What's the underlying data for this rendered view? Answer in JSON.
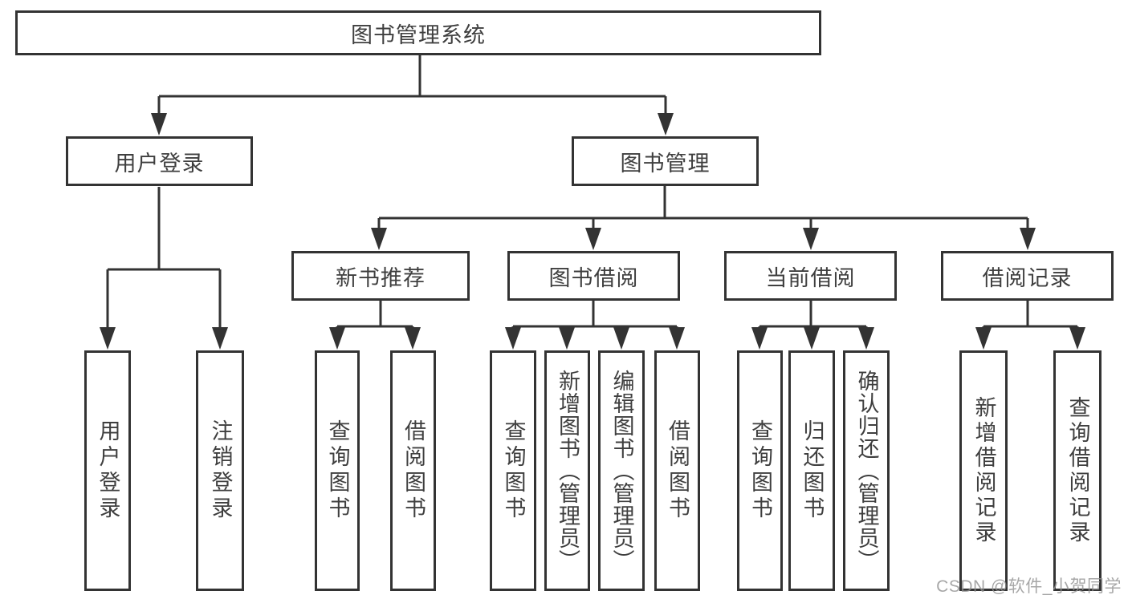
{
  "diagram_title": "图书管理系统",
  "watermark": "CSDN @软件_小贺同学",
  "colors": {
    "line": "#333333",
    "text": "#3f3f3f",
    "background": "#ffffff",
    "watermark": "#919191"
  },
  "nodes": {
    "root": {
      "label": "图书管理系统"
    },
    "user_login": {
      "label": "用户登录"
    },
    "book_mgmt": {
      "label": "图书管理"
    },
    "new_book": {
      "label": "新书推荐"
    },
    "book_borrow": {
      "label": "图书借阅"
    },
    "current_borrow": {
      "label": "当前借阅"
    },
    "borrow_record": {
      "label": "借阅记录"
    },
    "leaf_user_login": {
      "label": "用户登录"
    },
    "leaf_logout": {
      "label": "注销登录"
    },
    "new_book_query": {
      "label": "查询图书"
    },
    "new_book_borrow": {
      "label": "借阅图书"
    },
    "borrow_query": {
      "label": "查询图书"
    },
    "borrow_add": {
      "label": "新增图书（管理员）"
    },
    "borrow_edit": {
      "label": "编辑图书（管理员）"
    },
    "borrow_borrow": {
      "label": "借阅图书"
    },
    "current_query": {
      "label": "查询图书"
    },
    "current_return": {
      "label": "归还图书"
    },
    "current_confirm": {
      "label": "确认归还（管理员）"
    },
    "record_add": {
      "label": "新增借阅记录"
    },
    "record_query": {
      "label": "查询借阅记录"
    }
  }
}
